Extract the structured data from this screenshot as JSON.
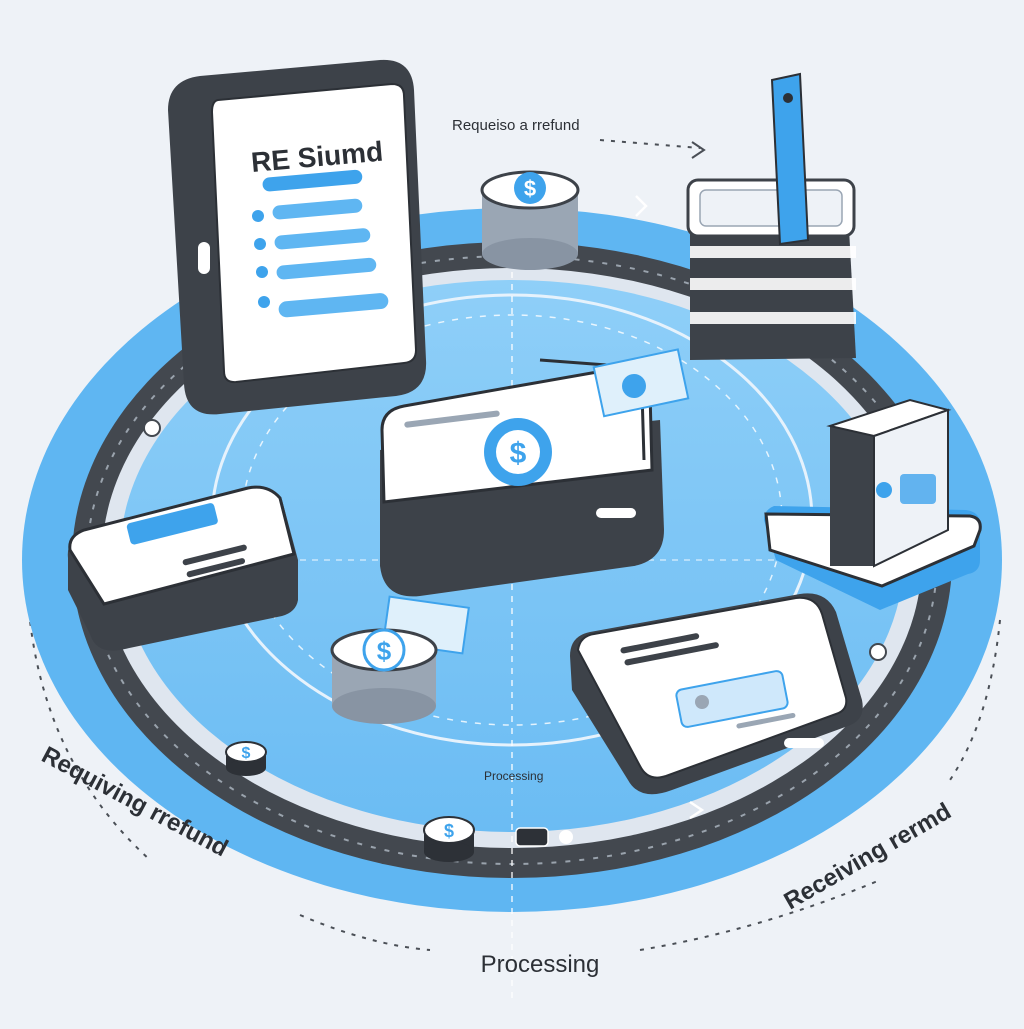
{
  "labels": {
    "tablet_title": "RE Siumd",
    "top_arc": "Requeiso a rrefund",
    "left_arc": "Requiving rrefund",
    "right_arc": "Receiving rermd",
    "bottom": "Processing",
    "bottom_inner": "Processing",
    "coin_symbol": "$"
  },
  "colors": {
    "background": "#eef2f7",
    "ring_outer": "#5fb6f2",
    "ring_track": "#43484f",
    "inner_disc": "#7cc3f5",
    "accent": "#3ea3ec",
    "device_dark": "#3d4249",
    "device_light": "#ffffff"
  }
}
